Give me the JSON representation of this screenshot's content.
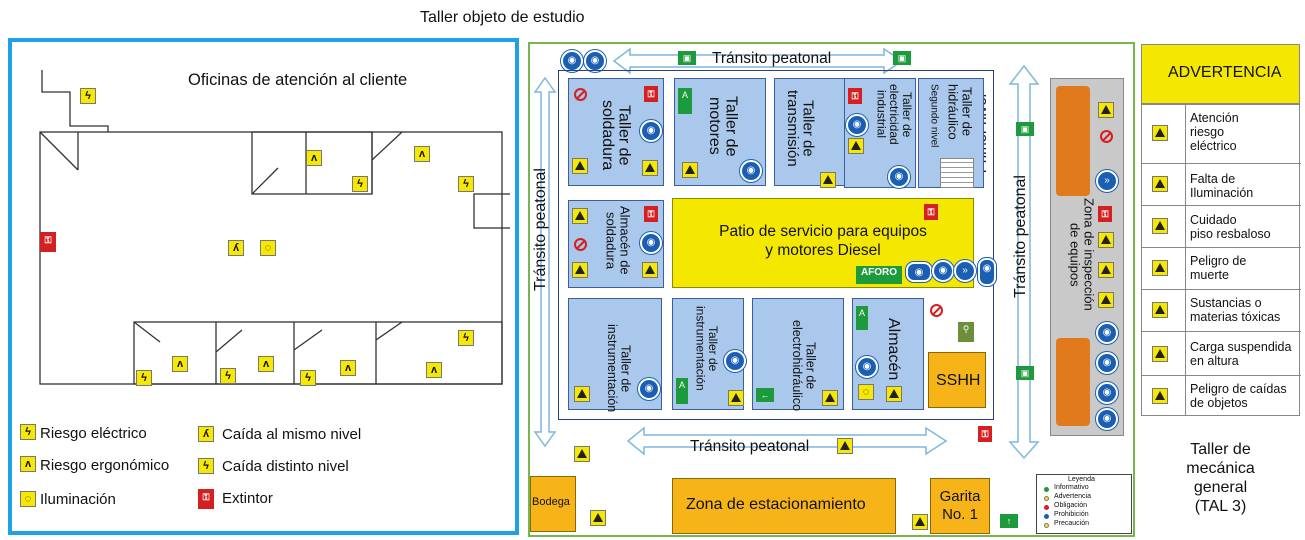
{
  "title": "Taller objeto de estudio",
  "left_panel": {
    "header": "Oficinas de atención al cliente",
    "legend": {
      "riesgo_electrico": "Riesgo eléctrico",
      "riesgo_ergonomico": "Riesgo ergonómico",
      "iluminacion": "Iluminación",
      "caida_mismo_nivel": "Caída al mismo nivel",
      "caida_distinto_nivel": "Caída distinto nivel",
      "extintor": "Extintor"
    }
  },
  "center": {
    "transito_top": "Tránsito peatonal",
    "transito_bottom": "Tránsito peatonal",
    "transito_left": "Tránsito peatonal",
    "transito_right": "Tránsito peatonal",
    "primer_nivel": "Primer nivel",
    "segundo_nivel": "Segundo nivel",
    "rooms": {
      "soldadura": "Taller de\nsoldadura",
      "motores": "Taller de\nmotores",
      "transmision": "Taller de\ntransmisión",
      "electricidad": "Taller de\nelectricidad\nindustrial",
      "hidraulico": "Taller de\nhidráulico",
      "almacen_soldadura": "Almacén de\nsoldadura",
      "patio": "Patio de servicio para equipos\ny motores Diesel",
      "instrumentacion1": "Taller de\ninstrumentación",
      "instrumentacion2": "Taller de\ninstrumentación",
      "electrohidraulico": "Taller de\nelectrohidráulico",
      "almacen": "Almacén",
      "sshh": "SSHH",
      "zona_inspeccion": "Zona de inspección\nde equipos"
    },
    "aforo": "AFORO",
    "bodega": "Bodega",
    "estacionamiento": "Zona de estacionamiento",
    "garita": "Garita\nNo. 1",
    "leyenda": {
      "title": "Leyenda",
      "items": [
        "Informativo",
        "Advertencia",
        "Obligación",
        "Prohibición",
        "Precaución"
      ]
    }
  },
  "right_panel": {
    "header": "ADVERTENCIA",
    "items": [
      "Atención\nriesgo\neléctrico",
      "Falta de\nIluminación",
      "Cuidado\npiso resbaloso",
      "Peligro de\nmuerte",
      "Sustancias o\nmaterias tóxicas",
      "Carga suspendida\nen altura",
      "Peligro de caídas\nde objetos"
    ],
    "footer": "Taller de\nmecánica\ngeneral\n(TAL 3)"
  },
  "colors": {
    "left_border": "#1ea1e6",
    "center_border": "#78b452",
    "room_fill": "#a9c8ec",
    "patio_fill": "#f5e800",
    "orange_fill": "#f7b418",
    "advertencia_fill": "#f5e800"
  }
}
